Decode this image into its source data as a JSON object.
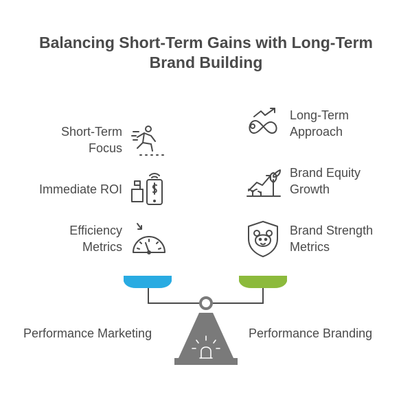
{
  "title_line1": "Balancing Short-Term Gains with Long-Term",
  "title_line2": "Brand Building",
  "left": {
    "items": [
      {
        "line1": "Short-Term",
        "line2": "Focus",
        "icon": "sprinter-icon"
      },
      {
        "line1": "Immediate ROI",
        "icon": "cash-register-phone-icon"
      },
      {
        "line1": "Efficiency",
        "line2": "Metrics",
        "icon": "speedometer-icon"
      }
    ],
    "pan_color": "#29abe2",
    "label": "Performance Marketing"
  },
  "right": {
    "items": [
      {
        "line1": "Long-Term",
        "line2": "Approach",
        "icon": "infinity-trend-icon"
      },
      {
        "line1": "Brand Equity",
        "line2": "Growth",
        "icon": "growing-plant-icon"
      },
      {
        "line1": "Brand Strength",
        "line2": "Metrics",
        "icon": "shield-bear-icon"
      }
    ],
    "pan_color": "#8cba3c",
    "label": "Performance Branding"
  },
  "scale_color": "#7a7a7a"
}
